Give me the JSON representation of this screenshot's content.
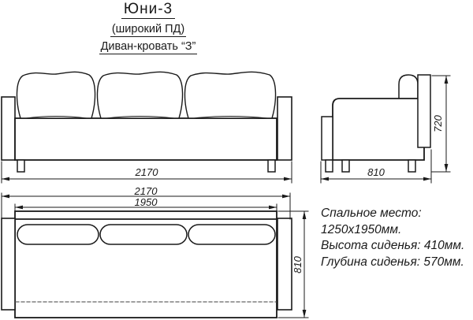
{
  "title": {
    "line1": "Юни-3",
    "line2": "(широкий ПД)",
    "line3": "Диван-кровать “З”"
  },
  "views": {
    "front": {
      "name": "front view",
      "overall_width_mm": "2170"
    },
    "side": {
      "name": "side view",
      "depth_mm": "810",
      "height_mm": "720"
    },
    "top": {
      "name": "top view (bed layout)",
      "overall_width_mm": "2170",
      "inner_width_mm": "1950",
      "depth_mm": "810"
    }
  },
  "specs": {
    "line1": "Спальное место:",
    "line2": "1250х1950мм.",
    "line3": "Высота сиденья: 410мм.",
    "line4": "Глубина сиденья: 570мм."
  },
  "colors": {
    "line": "#1a1a1a",
    "background": "#ffffff",
    "dashed_line": "#666666"
  }
}
